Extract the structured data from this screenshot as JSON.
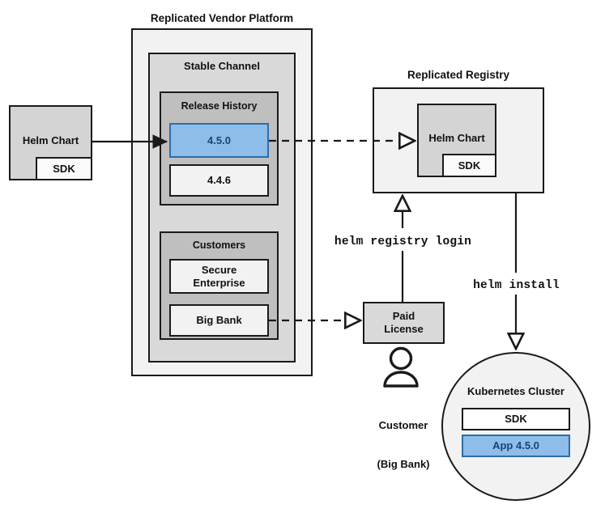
{
  "diagram": {
    "title_platform": "Replicated Vendor Platform",
    "title_registry": "Replicated Registry"
  },
  "source": {
    "helm_chart_label": "Helm Chart",
    "sdk_label": "SDK"
  },
  "platform": {
    "label": "Replicated Vendor Platform",
    "channel": {
      "label": "Stable Channel",
      "release_history": {
        "label": "Release History",
        "releases": [
          {
            "version": "4.5.0",
            "highlighted": true
          },
          {
            "version": "4.4.6",
            "highlighted": false
          }
        ]
      },
      "customers": {
        "label": "Customers",
        "items": [
          {
            "name": "Secure\nEnterprise"
          },
          {
            "name": "Big Bank"
          }
        ]
      }
    }
  },
  "registry": {
    "label": "Replicated Registry",
    "helm_chart_label": "Helm Chart",
    "sdk_label": "SDK"
  },
  "license": {
    "label": "Paid\nLicense"
  },
  "customer_actor": {
    "line1": "Customer",
    "line2": "(Big Bank)"
  },
  "commands": {
    "registry_login": "helm registry login",
    "install": "helm install"
  },
  "cluster": {
    "label": "Kubernetes Cluster",
    "components": [
      {
        "name": "SDK",
        "highlighted": false
      },
      {
        "name": "App 4.5.0",
        "highlighted": true
      }
    ]
  },
  "colors": {
    "stroke": "#1a1a1a",
    "highlight_fill": "#8DBDE8",
    "highlight_border": "#2C6EA8",
    "highlight_text": "#16467A",
    "outer_fill": "#F2F2F2",
    "mid_fill": "#D9D9D9",
    "inner_fill": "#BFBFBF",
    "light_fill": "#EFEFEF",
    "chart_fill": "#D4D4D4"
  }
}
